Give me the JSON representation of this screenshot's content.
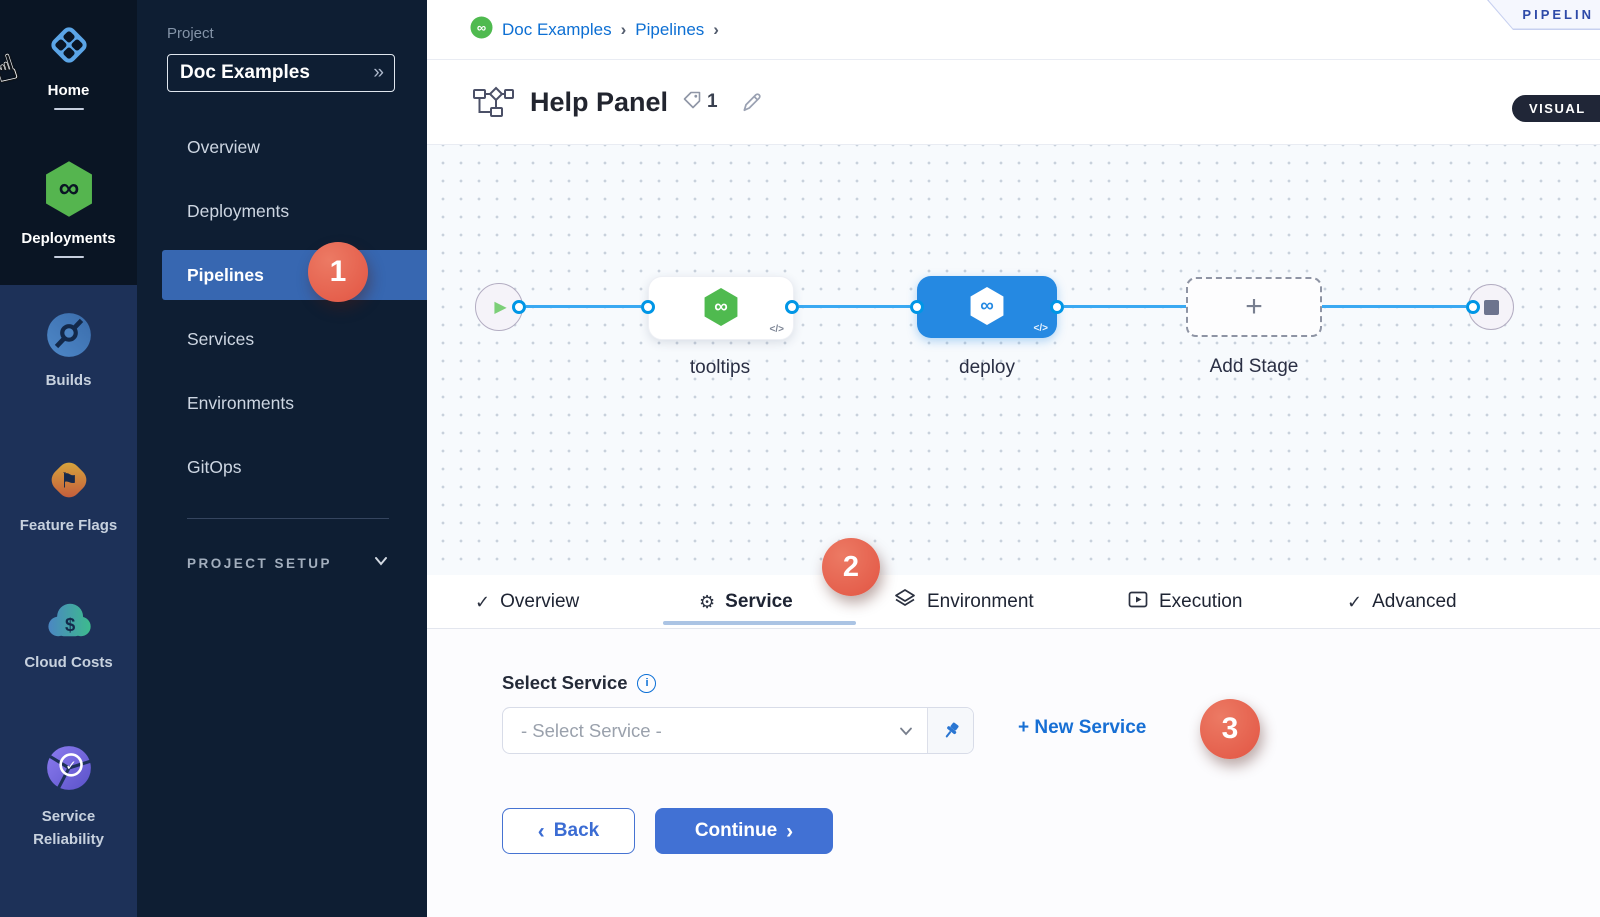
{
  "icons": {
    "cursor_hand": "☝",
    "infinity": "∞",
    "play": "▶",
    "gear": "⚙",
    "check": "✓",
    "flag": "⚑",
    "dollar": "$",
    "info": "i"
  },
  "sidebar": {
    "rail": [
      {
        "label": "Home"
      },
      {
        "label": "Deployments"
      },
      {
        "label": "Builds"
      },
      {
        "label": "Feature Flags"
      },
      {
        "label": "Cloud Costs"
      },
      {
        "label": "Service Reliability"
      }
    ]
  },
  "project_panel": {
    "section_label": "Project",
    "project_name": "Doc Examples",
    "expand_glyph": "»",
    "menu": [
      "Overview",
      "Deployments",
      "Pipelines",
      "Services",
      "Environments",
      "GitOps"
    ],
    "selected_item": "Pipelines",
    "setup_label": "PROJECT SETUP"
  },
  "breadcrumb": {
    "items": [
      "Doc Examples",
      "Pipelines"
    ],
    "separator": "›"
  },
  "banner": {
    "label": "PIPELIN"
  },
  "header": {
    "title": "Help Panel",
    "tag_count": "1",
    "mode_label": "VISUAL"
  },
  "canvas": {
    "stages": [
      {
        "name": "tooltips"
      },
      {
        "name": "deploy"
      }
    ],
    "add_stage_label": "Add Stage",
    "plus_glyph": "+",
    "code_glyph": "</>"
  },
  "tabs": [
    {
      "label": "Overview"
    },
    {
      "label": "Service"
    },
    {
      "label": "Environment"
    },
    {
      "label": "Execution"
    },
    {
      "label": "Advanced"
    }
  ],
  "service_form": {
    "label": "Select Service",
    "dropdown_placeholder": "- Select Service -",
    "new_service_label": "+ New Service",
    "back_label": "Back",
    "continue_label": "Continue",
    "back_chevron": "‹",
    "continue_chevron": "›"
  },
  "step_badges": [
    "1",
    "2",
    "3"
  ],
  "colors": {
    "rail_top_bg": "#0a1524",
    "rail_module_bg": "#1d3158",
    "panel_bg": "#0e1e33",
    "selected_row_blue": "#3767b1",
    "badge_red": "#e25543",
    "link_blue": "#0d6fd3",
    "connector_blue": "#3aa9f2",
    "node_blue": "#2589e2",
    "harness_green": "#4fba4f",
    "button_blue": "#4171d4",
    "banner_text_blue": "#2e4aa8",
    "visual_pill_bg": "#202637"
  }
}
